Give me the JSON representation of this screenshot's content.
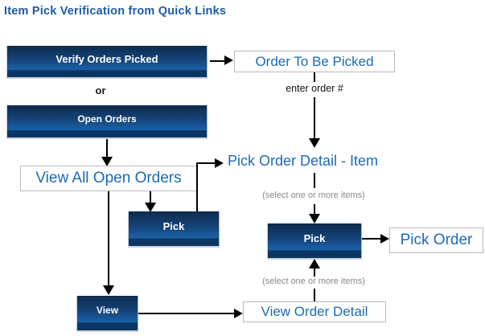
{
  "title": "Item Pick Verification from Quick Links",
  "flow": {
    "buttons": {
      "verify_orders_picked": "Verify Orders Picked",
      "open_orders": "Open Orders",
      "pick_left": "Pick",
      "pick_right": "Pick",
      "view": "View"
    },
    "links": {
      "order_to_be_picked": "Order To Be Picked",
      "view_all_open_orders": "View All Open Orders",
      "pick_order_detail_item": "Pick Order Detail - Item",
      "pick_order": "Pick Order",
      "view_order_detail": "View Order Detail"
    },
    "notes": {
      "or": "or",
      "enter_order": "enter order #",
      "select_items_top": "(select one or more items)",
      "select_items_bottom": "(select one or more items)"
    }
  },
  "colors": {
    "title": "#1c5ba6",
    "link_text": "#1b6ab5",
    "button_top": "#0d2b4e",
    "button_bottom": "#1b61a9",
    "button_band": "#0c3765",
    "note_gray": "#8a8a8a"
  }
}
